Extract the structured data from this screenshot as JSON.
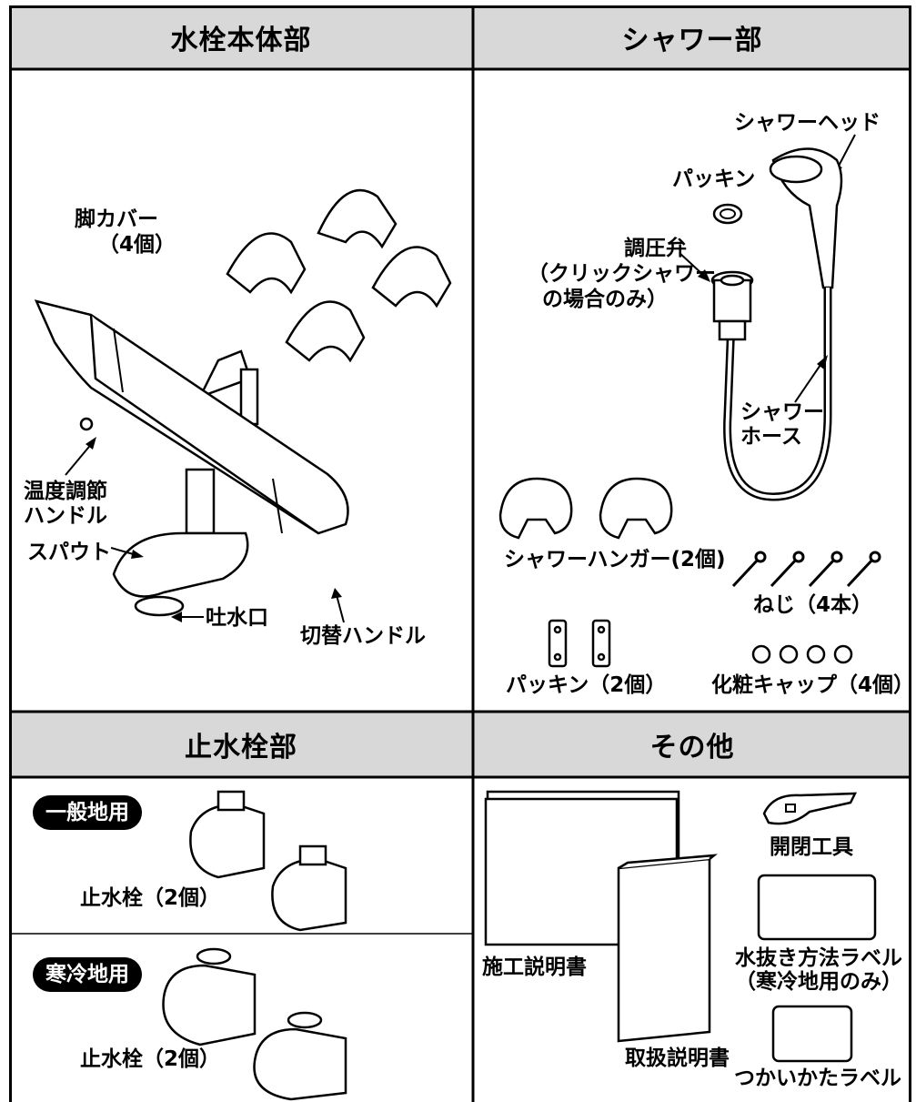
{
  "sections": {
    "body": {
      "title": "水栓本体部",
      "leg_cover": [
        "脚カバー",
        "（4個）"
      ],
      "temp_handle": [
        "温度調節",
        "ハンドル"
      ],
      "spout": "スパウト",
      "outlet": "吐水口",
      "switch_handle": "切替ハンドル"
    },
    "shower": {
      "title": "シャワー部",
      "head": "シャワーヘッド",
      "packing": "パッキン",
      "pressure_valve": [
        "調圧弁",
        "（クリックシャワー",
        "の場合のみ）"
      ],
      "hose": [
        "シャワー",
        "ホース"
      ],
      "hanger": "シャワーハンガー(2個)",
      "screws": "ねじ（4本）",
      "packing2": "パッキン（2個）",
      "caps": "化粧キャップ（4個）"
    },
    "stop": {
      "title": "止水栓部",
      "general_badge": "一般地用",
      "general_label": "止水栓（2個）",
      "cold_badge": "寒冷地用",
      "cold_label": "止水栓（2個）"
    },
    "other": {
      "title": "その他",
      "install_manual": "施工説明書",
      "user_manual": "取扱説明書",
      "tool": "開閉工具",
      "drain_label": [
        "水抜き方法ラベル",
        "（寒冷地用のみ）"
      ],
      "usage_label": "つかいかたラベル"
    }
  },
  "colors": {
    "header_bg": "#d8d8d8",
    "line": "#000000"
  }
}
